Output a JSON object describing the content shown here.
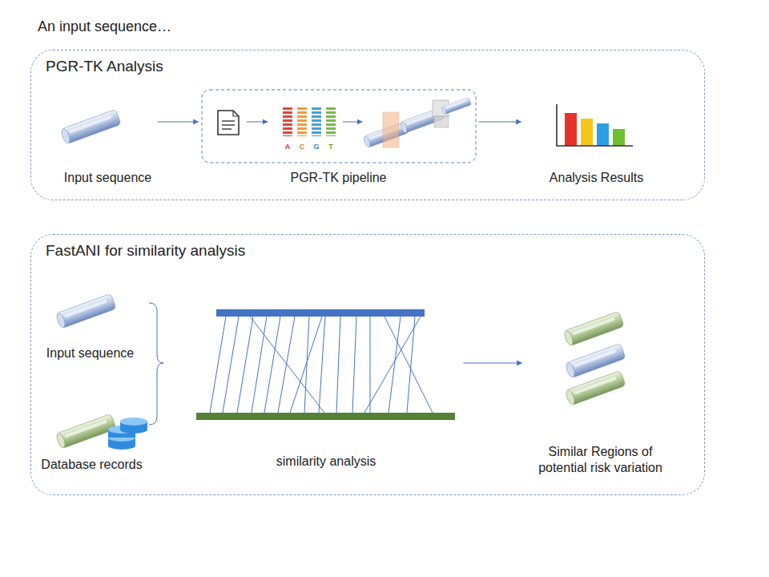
{
  "diagram": {
    "title": "An input sequence…",
    "nodes": [
      {
        "text": [
          "PGR-TK Analysis"
        ]
      },
      {
        "text": [
          "Input sequence"
        ],
        "in": 0
      },
      {
        "text": [
          "PGR-TK pipeline"
        ],
        "in": 0
      },
      {
        "text": [
          "Analysis Results"
        ],
        "in": 0
      },
      {
        "text": [
          "FastANI for similarity analysis"
        ]
      },
      {
        "text": [
          "Input sequence"
        ],
        "in": 4
      },
      {
        "text": [
          "Database records"
        ],
        "in": 4
      },
      {
        "text": [
          "similarity analysis"
        ],
        "in": 4
      },
      {
        "text": [
          "Similar Regions of potential risk variation"
        ],
        "in": 4
      }
    ],
    "edges": [
      {
        "from": 1,
        "to": 2,
        "arrow": "to"
      },
      {
        "from": 2,
        "to": 3,
        "arrow": "to"
      },
      {
        "from": 7,
        "to": 8,
        "arrow": "to"
      }
    ],
    "labels": [
      "A",
      "C",
      "G",
      "T"
    ]
  }
}
